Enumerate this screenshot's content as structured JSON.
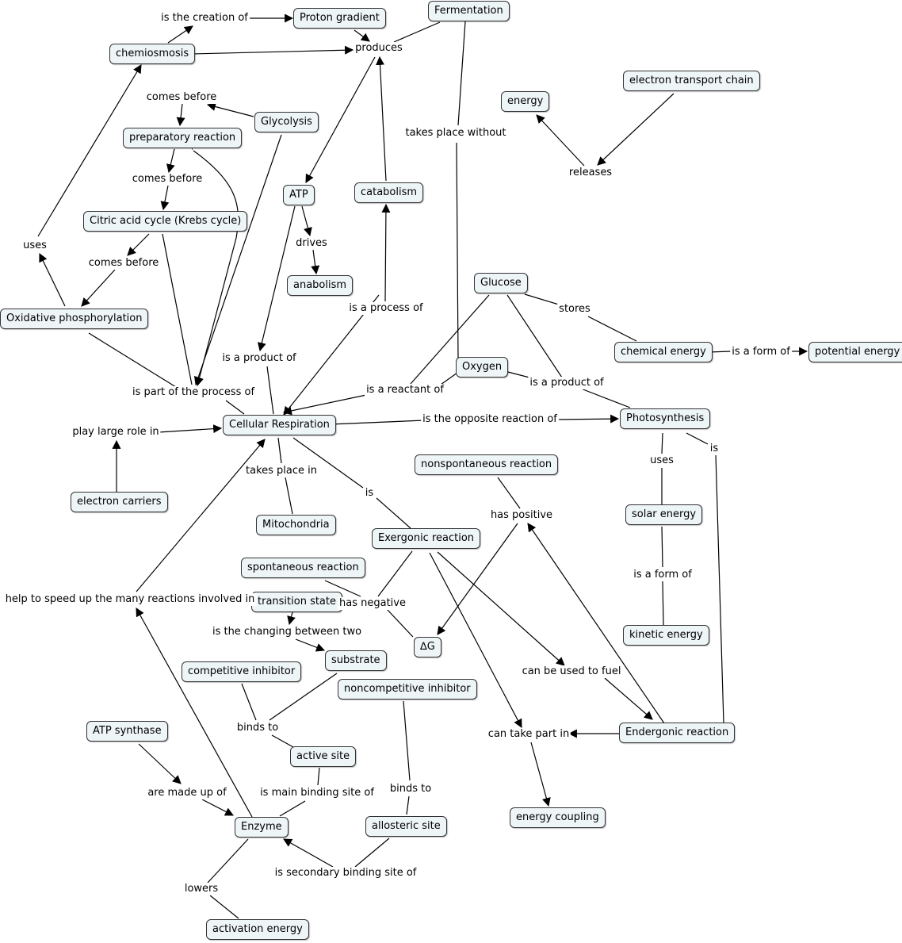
{
  "concepts": {
    "proton_gradient": "Proton gradient",
    "fermentation": "Fermentation",
    "chemiosmosis": "chemiosmosis",
    "energy": "energy",
    "etc": "electron transport chain",
    "glycolysis": "Glycolysis",
    "prep_reaction": "preparatory reaction",
    "atp": "ATP",
    "catabolism": "catabolism",
    "citric_acid": "Citric acid cycle (Krebs cycle)",
    "anabolism": "anabolism",
    "glucose": "Glucose",
    "oxidative": "Oxidative phosphorylation",
    "chemical_energy": "chemical energy",
    "potential_energy": "potential energy",
    "oxygen": "Oxygen",
    "cellular_respiration": "Cellular Respiration",
    "photosynthesis": "Photosynthesis",
    "nonspontaneous": "nonspontaneous reaction",
    "electron_carriers": "electron carriers",
    "mitochondria": "Mitochondria",
    "solar_energy": "solar energy",
    "exergonic": "Exergonic reaction",
    "spontaneous": "spontaneous reaction",
    "transition_state": "transition state",
    "kinetic_energy": "kinetic energy",
    "delta_g": "∆G",
    "substrate": "substrate",
    "competitive_inhibitor": "competitive inhibitor",
    "noncompetitive_inhibitor": "noncompetitive inhibitor",
    "atp_synthase": "ATP synthase",
    "endergonic": "Endergonic reaction",
    "active_site": "active site",
    "energy_coupling": "energy coupling",
    "enzyme": "Enzyme",
    "allosteric_site": "allosteric site",
    "activation_energy": "activation energy"
  },
  "links": {
    "is_creation_of": "is the creation of",
    "produces": "produces",
    "comes_before_1": "comes before",
    "takes_place_without": "takes place without",
    "releases": "releases",
    "comes_before_2": "comes before",
    "drives": "drives",
    "uses_1": "uses",
    "comes_before_3": "comes before",
    "is_process_of": "is a process of",
    "stores": "stores",
    "is_form_of_1": "is a form of",
    "is_product_of_1": "is a product of",
    "is_reactant_of": "is a reactant of",
    "is_product_of_2": "is a product of",
    "is_part_of_process": "is part of the process of",
    "play_large_role": "play large role in",
    "is_opposite": "is the opposite reaction of",
    "is_1": "is",
    "uses_2": "uses",
    "takes_place_in": "takes place in",
    "is_2": "is",
    "has_positive": "has positive",
    "is_form_of_2": "is a form of",
    "help_speed_up": "help to speed up the many reactions involved in",
    "has_negative": "has negative",
    "is_changing": "is the changing between two",
    "can_fuel": "can be used to fuel",
    "binds_to_1": "binds to",
    "can_take_part": "can take part in",
    "are_made_up_of": "are made up of",
    "is_main_binding": "is main binding site of",
    "binds_to_2": "binds to",
    "is_secondary_binding": "is secondary binding site of",
    "lowers": "lowers"
  }
}
